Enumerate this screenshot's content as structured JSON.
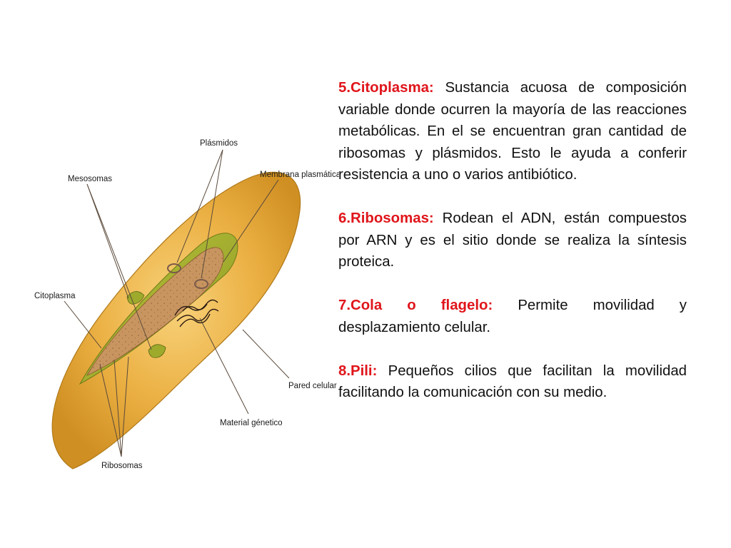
{
  "diagram": {
    "labels": {
      "plasmids": "Plásmidos",
      "mesosomes": "Mesosomas",
      "plasma_membrane": "Membrana plasmática",
      "cytoplasm": "Citoplasma",
      "cell_wall": "Pared celular",
      "genetic_material": "Material génetico",
      "ribosomes": "Ribosomas"
    }
  },
  "definitions": [
    {
      "term": "5.Citoplasma:",
      "text": " Sustancia acuosa de composición variable donde ocurren la mayoría de las reacciones metabólicas. En el se encuentran gran cantidad de ribosomas y plásmidos. Esto le ayuda a conferir resistencia a uno  o varios antibiótico."
    },
    {
      "term": "6.Ribosomas:",
      "text": " Rodean el ADN, están compuestos por ARN y es el sitio donde se realiza la síntesis proteica."
    },
    {
      "term": "7.Cola o flagelo:",
      "text": " Permite movilidad y desplazamiento celular."
    },
    {
      "term": "8.Pili:",
      "text": " Pequeños cilios que facilitan la movilidad facilitando la comunicación con su medio."
    }
  ],
  "colors": {
    "term": "#e0151b",
    "body_text": "#111111",
    "capsule": "#e9a83b",
    "cell_wall_band": "#9eaa2c",
    "cytoplasm": "#c89560"
  }
}
